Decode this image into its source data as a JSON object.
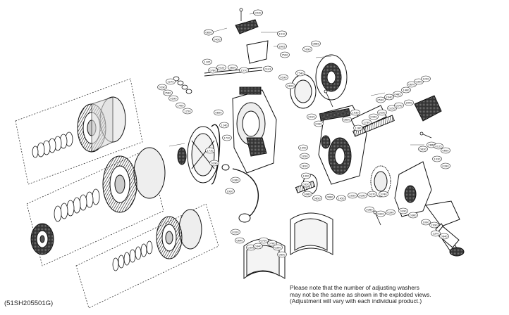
{
  "diagram": {
    "title": "",
    "note_lines": [
      "Please note that the number of adjusting washers",
      "may not be the same as shown in the exploded views.",
      "(Adjustment will vary with each individual product.)"
    ],
    "code": "(51SH205501G)",
    "callouts": [
      "7545",
      "7545",
      "3902",
      "7545",
      "3905",
      "7500",
      "7540",
      "1105",
      "0125",
      "3820",
      "1570",
      "0143",
      "1275",
      "0590",
      "0580",
      "0590",
      "1400",
      "1250",
      "0780",
      "0590",
      "0820",
      "5090",
      "0885",
      "0530",
      "2040",
      "0485",
      "1460",
      "0670",
      "0300",
      "1200",
      "1180",
      "1730",
      "0440",
      "0250",
      "0250",
      "0240",
      "3950",
      "0015",
      "0430",
      "0850",
      "1030",
      "1950",
      "2050",
      "1810",
      "1400",
      "0320",
      "0960",
      "0850",
      "0680",
      "1450",
      "2050",
      "0390",
      "0370",
      "3740",
      "0360",
      "0320",
      "0390",
      "0390",
      "0360",
      "0830",
      "2860",
      "0125",
      "0600",
      "1030",
      "0390",
      "1090",
      "2090",
      "1370",
      "0640",
      "0850",
      "1240",
      "1720",
      "1710",
      "0390",
      "0360",
      "1930",
      "0320",
      "0640",
      "0390",
      "0340",
      "0720",
      "0760",
      "0390",
      "0850",
      "0930",
      "0850",
      "0450",
      "1910"
    ]
  }
}
